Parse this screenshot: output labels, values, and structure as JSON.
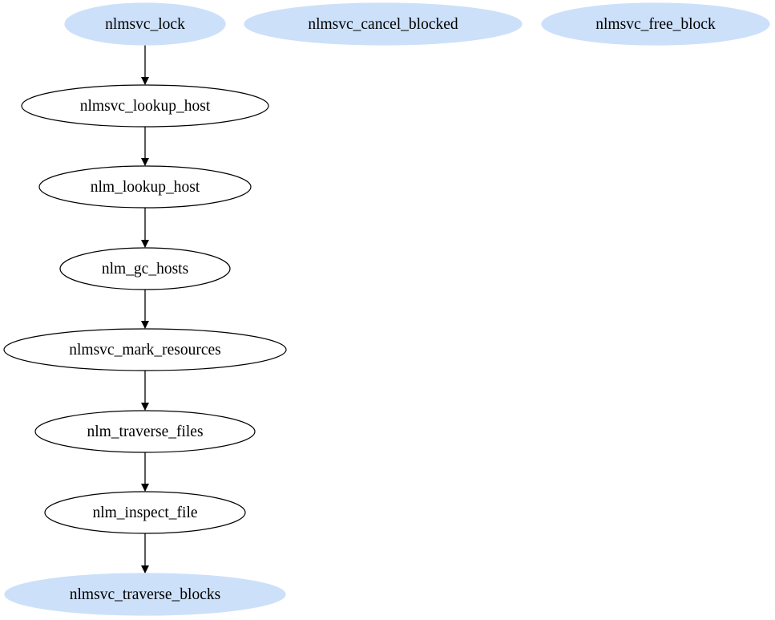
{
  "diagram": {
    "fill_color": "#cce0fa",
    "nodes": [
      {
        "id": "n_lock",
        "label": "nlmsvc_lock",
        "filled": true
      },
      {
        "id": "n_cancel_blocked",
        "label": "nlmsvc_cancel_blocked",
        "filled": true
      },
      {
        "id": "n_free_block",
        "label": "nlmsvc_free_block",
        "filled": true
      },
      {
        "id": "n_lookup_host",
        "label": "nlmsvc_lookup_host",
        "filled": false
      },
      {
        "id": "n_nlm_lookup_host",
        "label": "nlm_lookup_host",
        "filled": false
      },
      {
        "id": "n_gc_hosts",
        "label": "nlm_gc_hosts",
        "filled": false
      },
      {
        "id": "n_mark_resources",
        "label": "nlmsvc_mark_resources",
        "filled": false
      },
      {
        "id": "n_traverse_files",
        "label": "nlm_traverse_files",
        "filled": false
      },
      {
        "id": "n_inspect_file",
        "label": "nlm_inspect_file",
        "filled": false
      },
      {
        "id": "n_traverse_blocks",
        "label": "nlmsvc_traverse_blocks",
        "filled": true
      }
    ],
    "edges": [
      {
        "from": "n_lock",
        "to": "n_lookup_host"
      },
      {
        "from": "n_lookup_host",
        "to": "n_nlm_lookup_host"
      },
      {
        "from": "n_nlm_lookup_host",
        "to": "n_gc_hosts"
      },
      {
        "from": "n_gc_hosts",
        "to": "n_mark_resources"
      },
      {
        "from": "n_mark_resources",
        "to": "n_traverse_files"
      },
      {
        "from": "n_traverse_files",
        "to": "n_inspect_file"
      },
      {
        "from": "n_inspect_file",
        "to": "n_traverse_blocks"
      }
    ]
  }
}
